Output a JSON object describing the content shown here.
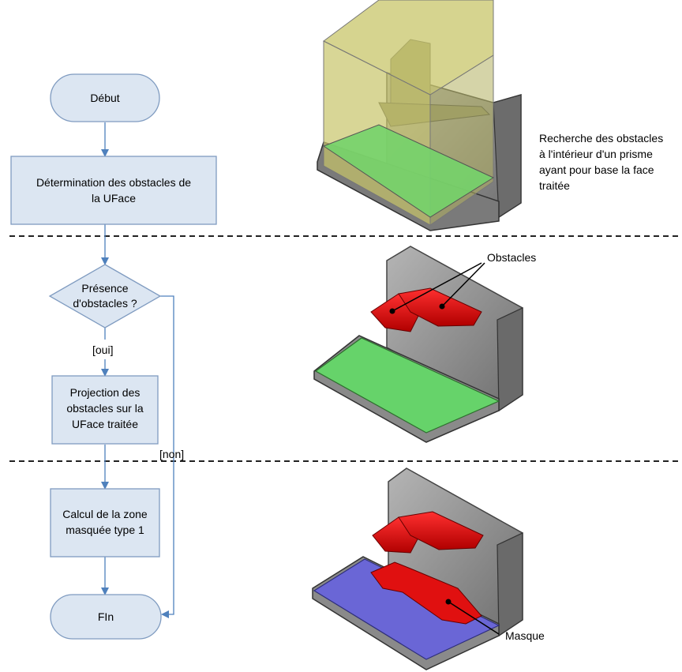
{
  "flowchart": {
    "start": "Début",
    "step1_line1": "Détermination des obstacles de",
    "step1_line2": "la UFace",
    "decision_line1": "Présence",
    "decision_line2": "d'obstacles ?",
    "yes_label": "[oui]",
    "no_label": "[non]",
    "step2_line1": "Projection des",
    "step2_line2": "obstacles sur la",
    "step2_line3": "UFace traitée",
    "step3_line1": "Calcul de la zone",
    "step3_line2": "masquée type 1",
    "end": "FIn"
  },
  "annotations": {
    "search_note_lines": [
      "Recherche des obstacles",
      "à l'intérieur d'un prisme",
      "ayant pour base la face",
      "traitée"
    ],
    "obstacles_label": "Obstacles",
    "mask_label": "Masque"
  },
  "colors": {
    "node_fill": "#dce6f2",
    "node_stroke": "#7f9bc0",
    "arrow": "#4f81bd",
    "face_green": "#66d36a",
    "prism_yellow": "#c9c76a",
    "obstacle_red": "#e01010",
    "mask_blue": "#6a66d6",
    "part_gray": "#8e8e8e"
  }
}
